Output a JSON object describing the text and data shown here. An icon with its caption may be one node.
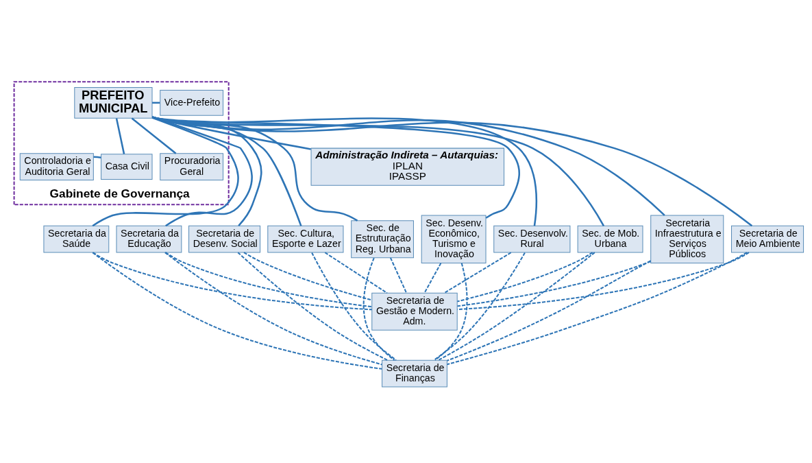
{
  "diagram": {
    "nodes": [
      {
        "text": [
          "Gabinete de Governança"
        ]
      },
      {
        "text": [
          "PREFEITO MUNICIPAL"
        ],
        "in": 0
      },
      {
        "text": [
          "Vice-Prefeito"
        ],
        "in": 0
      },
      {
        "text": [
          "Controladoria e Auditoria Geral"
        ],
        "in": 0
      },
      {
        "text": [
          "Casa Civil"
        ],
        "in": 0
      },
      {
        "text": [
          "Procuradoria Geral"
        ],
        "in": 0
      },
      {
        "text": [
          "Administração Indireta – Autarquias:",
          "IPLAN",
          "IPASSP"
        ]
      },
      {
        "text": [
          "Secretaria da Saúde"
        ]
      },
      {
        "text": [
          "Secretaria da Educação"
        ]
      },
      {
        "text": [
          "Secretaria de Desenv. Social"
        ]
      },
      {
        "text": [
          "Sec. Cultura, Esporte e Lazer"
        ]
      },
      {
        "text": [
          "Sec. de Estruturação Reg. Urbana"
        ]
      },
      {
        "text": [
          "Sec. Desenv. Econômico, Turismo e Inovação"
        ]
      },
      {
        "text": [
          "Sec. Desenvolv. Rural"
        ]
      },
      {
        "text": [
          "Sec. de Mob. Urbana"
        ]
      },
      {
        "text": [
          "Secretaria Infraestrutura e Serviços Públicos"
        ]
      },
      {
        "text": [
          "Secretaria de Meio Ambiente"
        ]
      },
      {
        "text": [
          "Secretaria de Gestão e Modern. Adm."
        ]
      },
      {
        "text": [
          "Secretaria de Finanças"
        ]
      }
    ],
    "edges": [
      {
        "from": 1,
        "to": 2,
        "arrow": "none"
      },
      {
        "from": 4,
        "to": 3,
        "arrow": "none"
      },
      {
        "from": 1,
        "to": 4,
        "arrow": "none"
      },
      {
        "from": 1,
        "to": 5,
        "arrow": "none"
      },
      {
        "from": 1,
        "to": 6,
        "arrow": "none"
      },
      {
        "from": 1,
        "to": 7,
        "arrow": "none"
      },
      {
        "from": 1,
        "to": 8,
        "arrow": "none"
      },
      {
        "from": 1,
        "to": 9,
        "arrow": "none"
      },
      {
        "from": 1,
        "to": 10,
        "arrow": "none"
      },
      {
        "from": 1,
        "to": 11,
        "arrow": "none"
      },
      {
        "from": 1,
        "to": 12,
        "arrow": "none"
      },
      {
        "from": 1,
        "to": 13,
        "arrow": "none"
      },
      {
        "from": 1,
        "to": 14,
        "arrow": "none"
      },
      {
        "from": 1,
        "to": 15,
        "arrow": "none"
      },
      {
        "from": 1,
        "to": 16,
        "arrow": "none"
      },
      {
        "from": 7,
        "to": 17,
        "arrow": "none",
        "style": "dashed"
      },
      {
        "from": 8,
        "to": 17,
        "arrow": "none",
        "style": "dashed"
      },
      {
        "from": 9,
        "to": 17,
        "arrow": "none",
        "style": "dashed"
      },
      {
        "from": 10,
        "to": 17,
        "arrow": "none",
        "style": "dashed"
      },
      {
        "from": 11,
        "to": 17,
        "arrow": "none",
        "style": "dashed"
      },
      {
        "from": 12,
        "to": 17,
        "arrow": "none",
        "style": "dashed"
      },
      {
        "from": 13,
        "to": 17,
        "arrow": "none",
        "style": "dashed"
      },
      {
        "from": 14,
        "to": 17,
        "arrow": "none",
        "style": "dashed"
      },
      {
        "from": 15,
        "to": 17,
        "arrow": "none",
        "style": "dashed"
      },
      {
        "from": 16,
        "to": 17,
        "arrow": "none",
        "style": "dashed"
      },
      {
        "from": 7,
        "to": 18,
        "arrow": "none",
        "style": "dashed"
      },
      {
        "from": 8,
        "to": 18,
        "arrow": "none",
        "style": "dashed"
      },
      {
        "from": 9,
        "to": 18,
        "arrow": "none",
        "style": "dashed"
      },
      {
        "from": 10,
        "to": 18,
        "arrow": "none",
        "style": "dashed"
      },
      {
        "from": 11,
        "to": 18,
        "arrow": "none",
        "style": "dashed"
      },
      {
        "from": 12,
        "to": 18,
        "arrow": "none",
        "style": "dashed"
      },
      {
        "from": 13,
        "to": 18,
        "arrow": "none",
        "style": "dashed"
      },
      {
        "from": 14,
        "to": 18,
        "arrow": "none",
        "style": "dashed"
      },
      {
        "from": 15,
        "to": 18,
        "arrow": "none",
        "style": "dashed"
      },
      {
        "from": 16,
        "to": 18,
        "arrow": "none",
        "style": "dashed"
      }
    ]
  }
}
